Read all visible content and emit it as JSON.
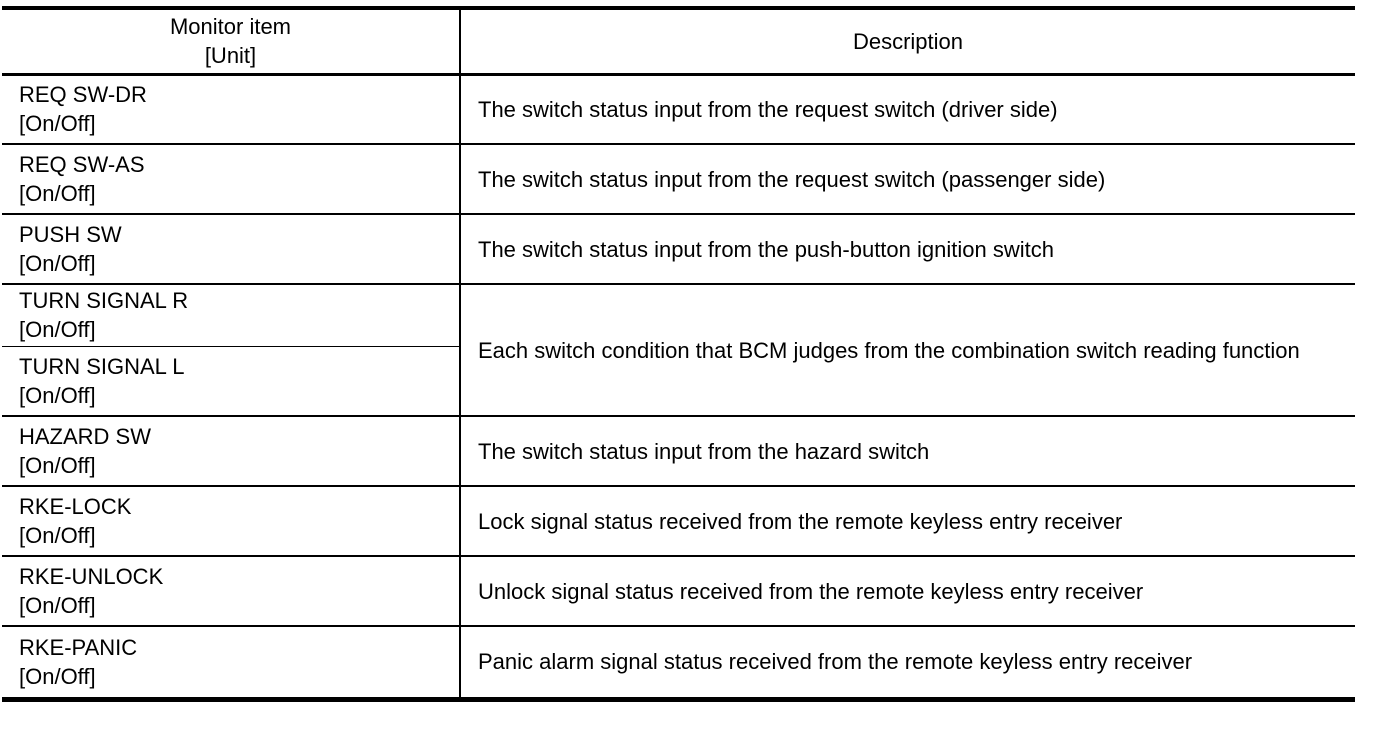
{
  "colors": {
    "background": "#ffffff",
    "border": "#000000",
    "text": "#000000"
  },
  "table": {
    "header": {
      "monitor_item_line1": "Monitor item",
      "monitor_item_line2": "[Unit]",
      "description": "Description"
    },
    "rows": [
      {
        "items": [
          {
            "name": "REQ SW-DR",
            "unit": "[On/Off]"
          }
        ],
        "description": "The switch status input from the request switch (driver side)"
      },
      {
        "items": [
          {
            "name": "REQ SW-AS",
            "unit": "[On/Off]"
          }
        ],
        "description": "The switch status input from the request switch (passenger side)"
      },
      {
        "items": [
          {
            "name": "PUSH SW",
            "unit": "[On/Off]"
          }
        ],
        "description": "The switch status input from the push-button ignition switch"
      },
      {
        "items": [
          {
            "name": "TURN SIGNAL R",
            "unit": "[On/Off]"
          },
          {
            "name": "TURN SIGNAL L",
            "unit": "[On/Off]"
          }
        ],
        "description": "Each switch condition that BCM judges from the combination switch reading function"
      },
      {
        "items": [
          {
            "name": "HAZARD SW",
            "unit": "[On/Off]"
          }
        ],
        "description": "The switch status input from the hazard switch"
      },
      {
        "items": [
          {
            "name": "RKE-LOCK",
            "unit": "[On/Off]"
          }
        ],
        "description": "Lock signal status received from the remote keyless entry receiver"
      },
      {
        "items": [
          {
            "name": "RKE-UNLOCK",
            "unit": "[On/Off]"
          }
        ],
        "description": "Unlock signal status received from the remote keyless entry receiver"
      },
      {
        "items": [
          {
            "name": "RKE-PANIC",
            "unit": "[On/Off]"
          }
        ],
        "description": "Panic alarm signal status received from the remote keyless entry receiver"
      }
    ]
  }
}
